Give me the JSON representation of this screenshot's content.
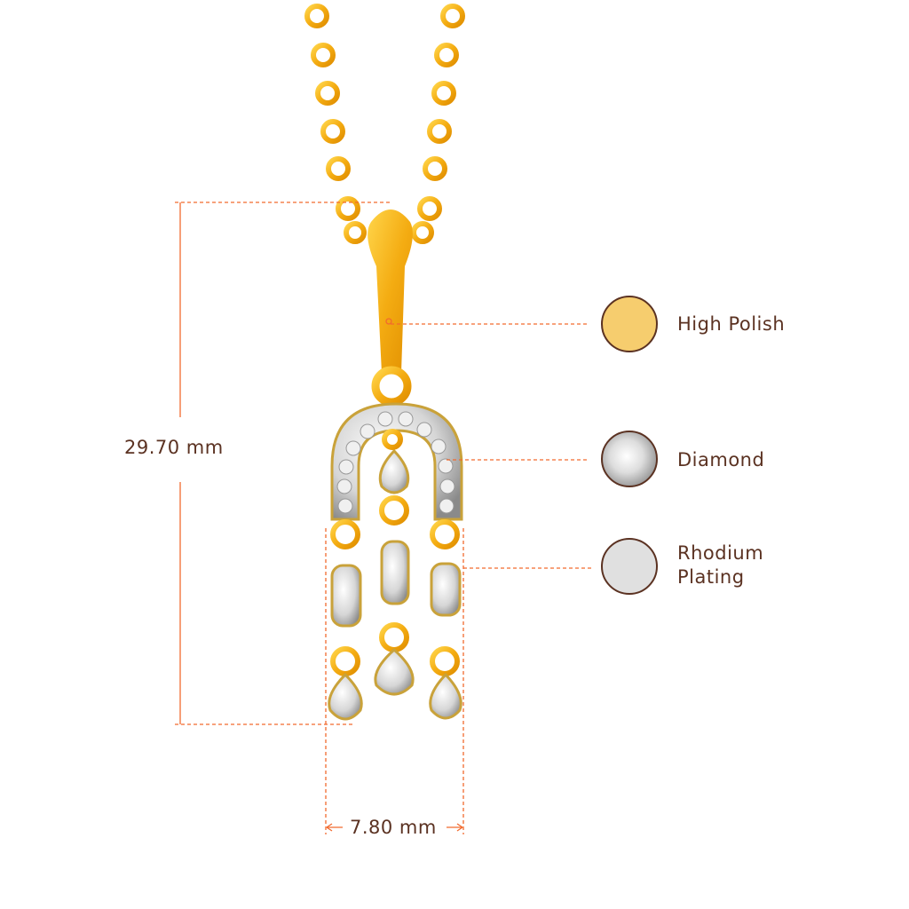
{
  "dimensions": {
    "height_label": "29.70 mm",
    "width_label": "7.80 mm"
  },
  "legend": [
    {
      "label": "High Polish",
      "color": "#f6cd6e"
    },
    {
      "label": "Diamond",
      "color": "#d8d8d8"
    },
    {
      "label": "Rhodium Plating",
      "line1": "Rhodium",
      "line2": "Plating",
      "color": "#e0e0e0"
    }
  ],
  "colors": {
    "dimension_line": "#f26a2e",
    "text": "#5b3222",
    "gold": "#f4b21a"
  }
}
